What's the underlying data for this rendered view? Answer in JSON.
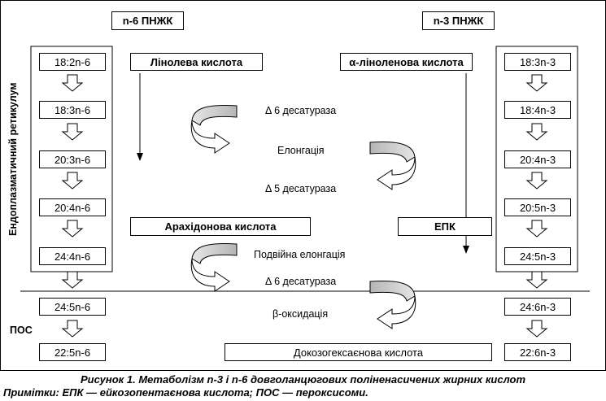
{
  "headers": {
    "n6": "n-6 ПНЖК",
    "n3": "n-3 ПНЖК"
  },
  "side_labels": {
    "er": "Ендоплазматичний ретикулум",
    "pos": "ПОС"
  },
  "n6_chain": [
    "18:2n-6",
    "18:3n-6",
    "20:3n-6",
    "20:4n-6",
    "24:4n-6",
    "24:5n-6",
    "22:5n-6"
  ],
  "n3_chain": [
    "18:3n-3",
    "18:4n-3",
    "20:4n-3",
    "20:5n-3",
    "24:5n-3",
    "24:6n-3",
    "22:6n-3"
  ],
  "acids": {
    "linoleic": "Лінолева кислота",
    "alpha_linolenic": "α-ліноленова кислота",
    "arachidonic": "Арахідонова кислота",
    "epa": "ЕПК",
    "dha": "Докозогексаєнова кислота"
  },
  "steps": {
    "d6_desaturase": "Δ 6 десатураза",
    "elongation": "Елонгація",
    "d5_desaturase": "Δ 5 десатураза",
    "double_elongation": "Подвійна елонгація",
    "d6_desaturase_2": "Δ 6 десатураза",
    "beta_oxidation": "β-оксидація"
  },
  "caption": {
    "figure": "Рисунок 1. Метаболізм n-3 і n-6 довголанцюгових поліненасичених жирних кислот",
    "notes": "Примітки: ЕПК — ейкозопентаєнова кислота; ПОС — пероксисоми."
  }
}
